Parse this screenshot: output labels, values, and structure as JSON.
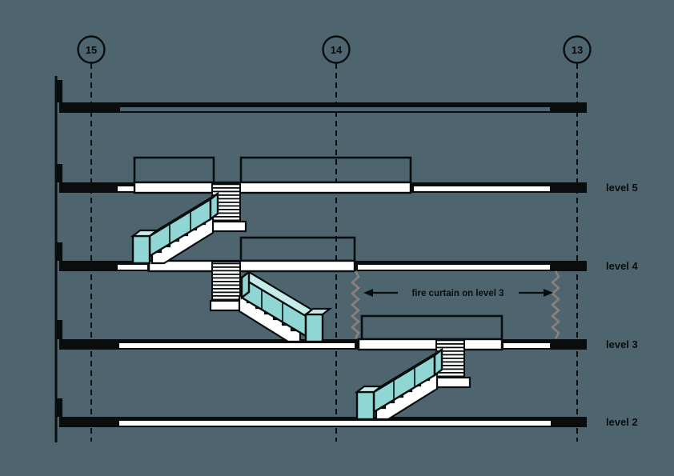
{
  "grid": {
    "labels": [
      "15",
      "14",
      "13"
    ]
  },
  "levels": {
    "labels": [
      "level 5",
      "level 4",
      "level 3",
      "level 2"
    ]
  },
  "annotations": {
    "fire_curtain": "fire curtain on level 3"
  },
  "colors": {
    "background": "#4e6570",
    "ink": "#0a0d0e",
    "white": "#ffffff",
    "teal": "#90d6d4",
    "teal_light": "#c6ecea",
    "fire_curtain": "#8a817b"
  }
}
